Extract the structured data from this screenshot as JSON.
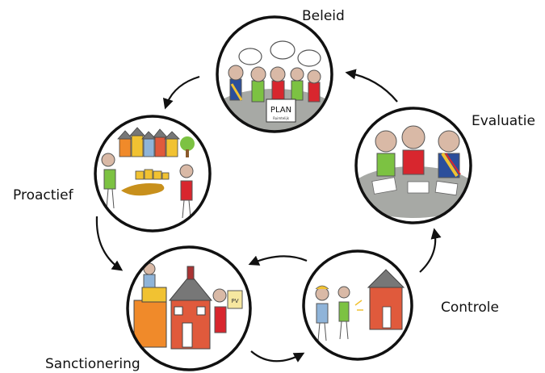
{
  "stages": {
    "beleid": {
      "label": "Beleid",
      "sign_text": "PLAN",
      "sign_subtext": "Ruimtelijk"
    },
    "evaluatie": {
      "label": "Evaluatie"
    },
    "proactief": {
      "label": "Proactief"
    },
    "controle": {
      "label": "Controle"
    },
    "sanctionering": {
      "label": "Sanctionering",
      "notice_text": "PV"
    }
  },
  "colors": {
    "circle_border": "#111111",
    "arrow": "#111111",
    "table_gray": "#a7a9a5",
    "head": "#d9b9a6",
    "green_shirt": "#7cc242",
    "red_shirt": "#d8262e",
    "blue_shirt": "#2b4e9b",
    "house_red": "#e05a3c",
    "house_orange": "#f08a2a",
    "house_yellow": "#f1c232"
  }
}
